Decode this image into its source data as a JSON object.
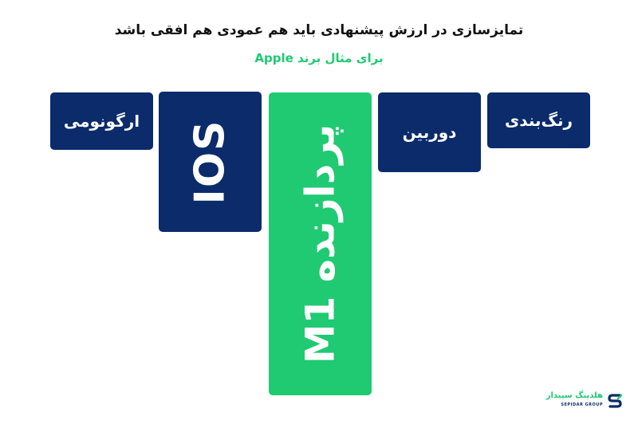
{
  "header": {
    "title": "تمایزسازی در ارزش پیشنهادی باید هم عمودی هم افقی باشد",
    "subtitle": "برای مثال برند Apple"
  },
  "blocks": {
    "ergonomics": "ارگونومی",
    "ios": "IOS",
    "processor": "پردازنده M1",
    "camera": "دوربین",
    "coloring": "رنگ‌بندی"
  },
  "logo": {
    "fa": "هلدینگ سپیدار",
    "en": "SEPIDAR GROUP"
  },
  "colors": {
    "navy": "#0b2b6b",
    "green": "#1fca72"
  }
}
